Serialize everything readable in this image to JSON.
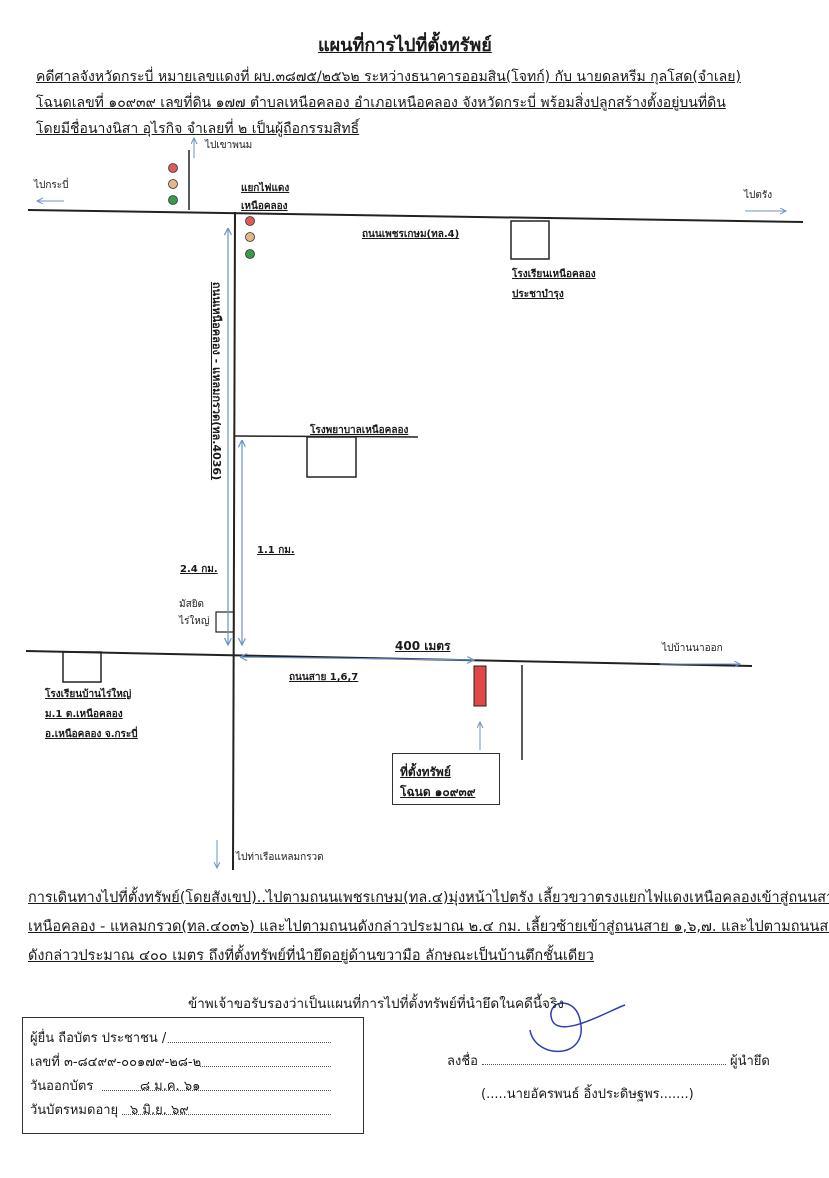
{
  "title": "แผนที่การไปที่ตั้งทรัพย์",
  "header": {
    "line1": "คดีศาลจังหวัดกระบี่ หมายเลขแดงที่ ผบ.๓๘๗๕/๒๕๖๒ ระหว่างธนาคารออมสิน(โจทก์) กับ นายดลหรีม กุลโสด(จำเลย)",
    "line2": "โฉนดเลขที่ ๑๐๙๓๙ เลขที่ดิน ๑๗๗ ตำบลเหนือคลอง อำเภอเหนือคลอง จังหวัดกระบี่ พร้อมสิ่งปลูกสร้างตั้งอยู่บนที่ดิน",
    "line3": "โดยมีชื่อนางนิสา อุไรกิจ  จำเลยที่ ๒ เป็นผู้ถือกรรมสิทธิ์"
  },
  "map": {
    "to_khao_phanom": "ไปเขาพนม",
    "to_krabi": "ไปกระบี่",
    "to_trang": "ไปตรัง",
    "intersection_1": "แยกไฟแดง",
    "intersection_2": "เหนือคลอง",
    "road_phetkasem": "ถนนเพชรเกษม(ทล.4)",
    "school_1_a": "โรงเรียนเหนือคลอง",
    "school_1_b": "ประชาบำรุง",
    "road_vertical": "ถนนเหนือคลอง - แหลมกรวด(ทล.4036)",
    "hospital": "โรงพยาบาลเหนือคลอง",
    "dist_1_1": "1.1 กม.",
    "dist_2_4": "2.4 กม.",
    "mosque_a": "มัสยิด",
    "mosque_b": "ไร่ใหญ่",
    "dist_400": "400 เมตร",
    "to_ban_na_ok": "ไปบ้านนาออก",
    "road_soi": "ถนนสาย 1,6,7",
    "school_2_a": "โรงเรียนบ้านไร่ใหญ่",
    "school_2_b": "ม.1 ต.เหนือคลอง",
    "school_2_c": "อ.เหนือคลอง จ.กระบี่",
    "property_a": "ที่ตั้งทรัพย์",
    "property_b": "โฉนด ๑๐๙๓๙",
    "to_pier": "ไปท่าเรือแหลมกรวด",
    "colors": {
      "red": "#e05a5a",
      "yellow": "#e8b48a",
      "green": "#3a9a4a",
      "arrow": "#6b93c9",
      "property": "#e04848"
    }
  },
  "route": {
    "line1": "การเดินทางไปที่ตั้งทรัพย์(โดยสังเขป)..ไปตามถนนเพชรเกษม(ทล.๔)มุ่งหน้าไปตรัง เลี้ยวขวาตรงแยกไฟแดงเหนือคลองเข้าสู่ถนนสาย",
    "line2": "เหนือคลอง - แหลมกรวด(ทล.๔๐๓๖) และไปตามถนนดังกล่าวประมาณ ๒.๔ กม. เลี้ยวซ้ายเข้าสู่ถนนสาย ๑,๖,๗. และไปตามถนนสาย",
    "line3": "ดังกล่าวประมาณ ๔๐๐ เมตร ถึงที่ตั้งทรัพย์ที่นำยึดอยู่ด้านขวามือ ลักษณะเป็นบ้านตึกชั้นเดียว"
  },
  "certify": "ข้าพเจ้าขอรับรองว่าเป็นแผนที่การไปที่ตั้งทรัพย์ที่นำยึดในคดีนี้จริง",
  "owner_box": {
    "l1": "ผู้ยื่น ถือบัตร ประชาชน /",
    "l2": "เลขที่ ๓-๘๔๙๙-๐๐๑๗๙-๒๘-๒",
    "l3_label": "วันออกบัตร",
    "l3_value": "๘ ม.ค. ๖๑",
    "l4_label": "วันบัตรหมดอายุ",
    "l4_value": "๖ มิ.ย. ๖๙"
  },
  "sign": {
    "label": "ลงชื่อ",
    "role": "ผู้นำยึด",
    "name": "(.....นายอัครพนธ์ อิ้งประดิษฐพร.......)"
  }
}
